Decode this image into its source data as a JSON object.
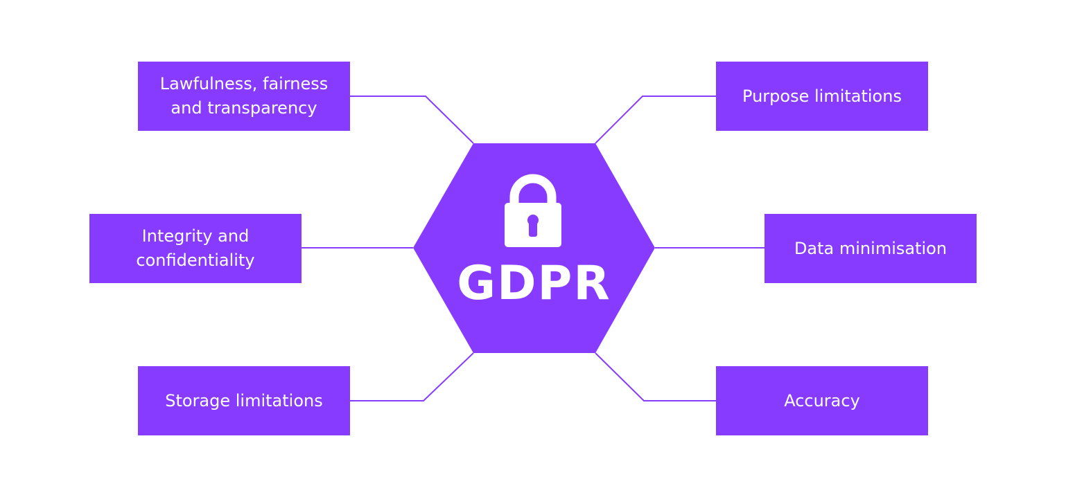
{
  "center": {
    "title": "GDPR",
    "icon": "lock-icon"
  },
  "principles": [
    {
      "label": "Lawfulness, fairness and transparency"
    },
    {
      "label": "Purpose limitations"
    },
    {
      "label": "Integrity and confidentiality"
    },
    {
      "label": "Data minimisation"
    },
    {
      "label": "Storage limitations"
    },
    {
      "label": "Accuracy"
    }
  ],
  "colors": {
    "accent": "#873BFF",
    "text": "#FFFFFF"
  }
}
